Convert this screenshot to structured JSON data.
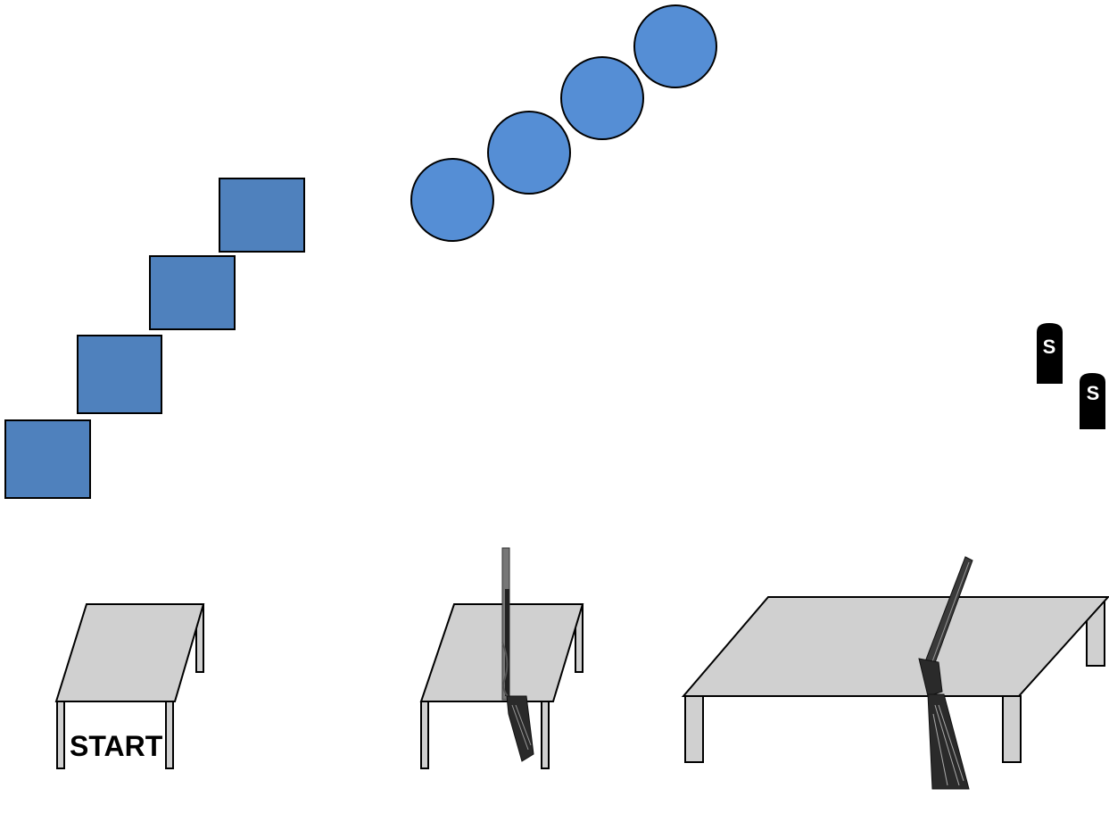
{
  "start_label": "START",
  "marker_letter": "S",
  "colors": {
    "square_fill": "#4f81bd",
    "circle_fill": "#558ed5",
    "table_fill": "#d0d0d0",
    "stroke": "#000000",
    "marker_fill": "#000000"
  },
  "squares_count": 4,
  "circles_count": 4,
  "tables_count": 3,
  "rifles_count": 2,
  "markers_count": 2
}
